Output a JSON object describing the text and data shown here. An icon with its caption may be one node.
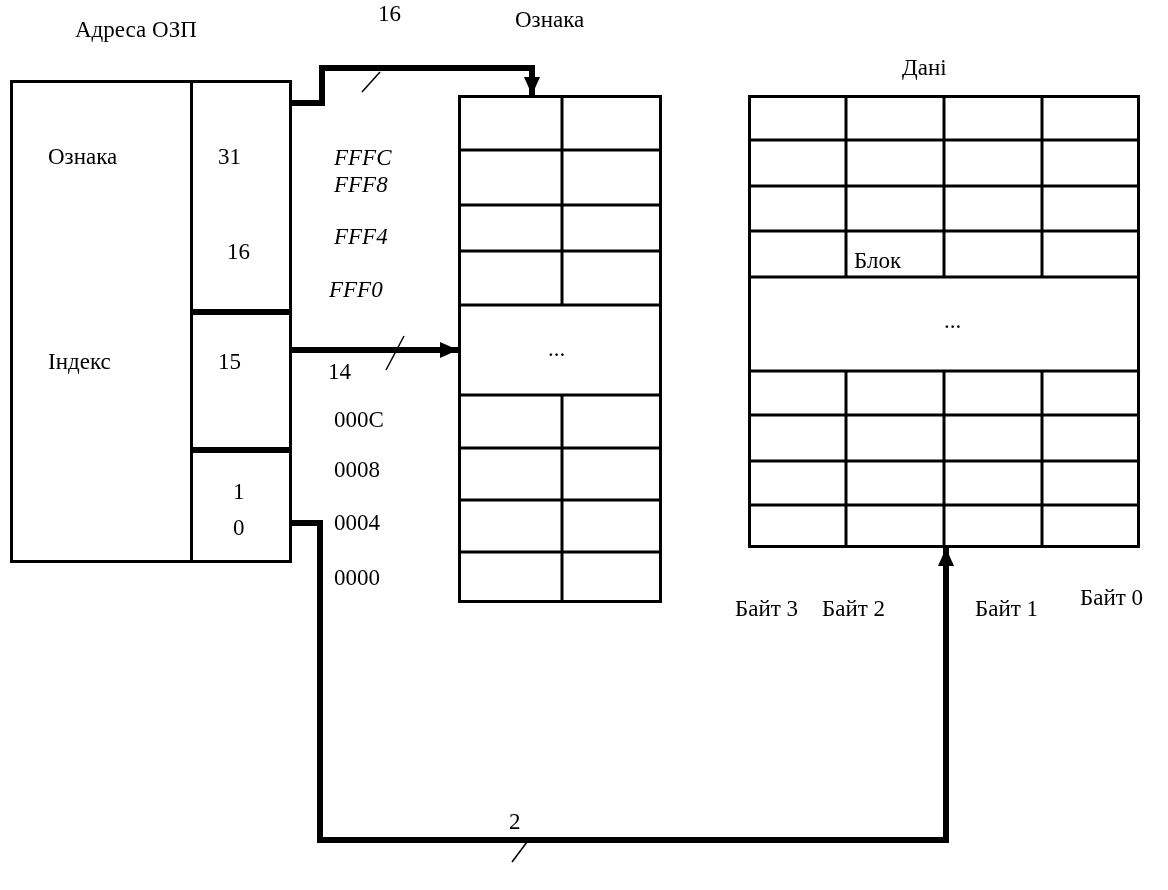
{
  "diagram": {
    "nodes": [
      {
        "text": [
          "Адреса ОЗП"
        ]
      },
      {
        "text": [
          "Ознака",
          "Індекс"
        ],
        "in": 0
      },
      {
        "text": [
          "31",
          "16"
        ],
        "in": 0
      },
      {
        "text": [
          "15"
        ],
        "in": 0
      },
      {
        "text": [
          "1",
          "0"
        ],
        "in": 0
      },
      {
        "text": [
          "Ознака"
        ]
      },
      {
        "text": [
          "..."
        ],
        "in": 5
      },
      {
        "text": [
          "Дані"
        ]
      },
      {
        "text": [
          "Блок"
        ],
        "in": 7
      },
      {
        "text": [
          "..."
        ],
        "in": 7
      }
    ],
    "edges": [
      {
        "from": 2,
        "to": 5,
        "arrow": "to",
        "label": "16"
      },
      {
        "from": 3,
        "to": 6,
        "arrow": "to",
        "label": "14"
      },
      {
        "from": 4,
        "to": 7,
        "arrow": "to",
        "label": "2"
      }
    ],
    "labels": [
      "FFFC",
      "FFF8",
      "FFF4",
      "FFF0",
      "000C",
      "0008",
      "0004",
      "0000",
      "Байт 3",
      "Байт 2",
      "Байт 1",
      "Байт 0"
    ]
  }
}
